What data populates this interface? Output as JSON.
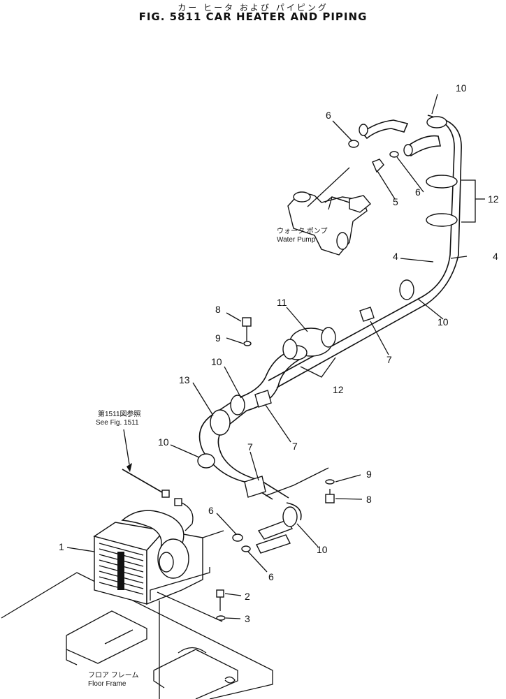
{
  "title_jp": "カー ヒータ および パイピング",
  "title_en": "FIG. 5811  CAR HEATER AND PIPING",
  "notes": {
    "water_pump_jp": "ウォータ ポンプ",
    "water_pump_en": "Water Pump",
    "see_fig_jp": "第1511図参照",
    "see_fig_en": "See Fig. 1511",
    "floor_frame_jp": "フロア フレーム",
    "floor_frame_en": "Floor Frame"
  },
  "callouts": {
    "c1": "1",
    "c2": "2",
    "c3": "3",
    "c4a": "4",
    "c4b": "4",
    "c5": "5",
    "c6a": "6",
    "c6b": "6",
    "c6c": "6",
    "c6d": "6",
    "c7a": "7",
    "c7b": "7",
    "c7c": "7",
    "c8a": "8",
    "c8b": "8",
    "c9a": "9",
    "c9b": "9",
    "c10a": "10",
    "c10b": "10",
    "c10c": "10",
    "c10d": "10",
    "c10e": "10",
    "c11": "11",
    "c12a": "12",
    "c12b": "12",
    "c13": "13"
  }
}
